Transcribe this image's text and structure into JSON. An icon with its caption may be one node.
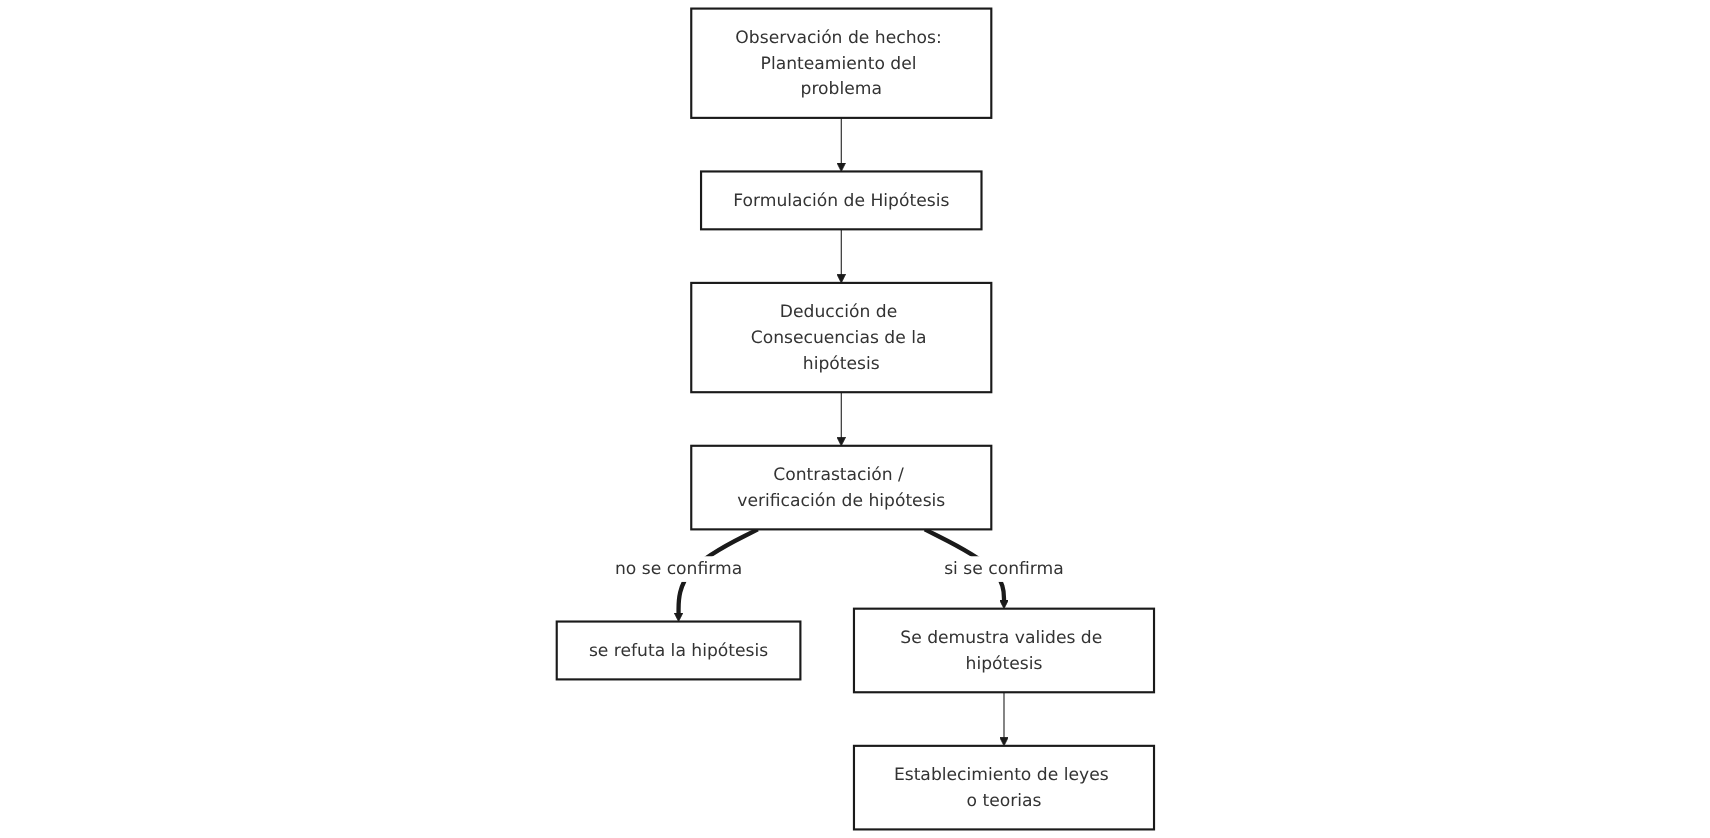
{
  "diagram": {
    "nodes": [
      {
        "text": [
          "Observación de hechos: Planteamiento del problema"
        ]
      },
      {
        "text": [
          "Formulación de Hipótesis"
        ]
      },
      {
        "text": [
          "Deducción de Consecuencias de la hipótesis"
        ]
      },
      {
        "text": [
          "Contrastación / verificación de hipótesis"
        ]
      },
      {
        "text": [
          "se refuta la hipótesis"
        ]
      },
      {
        "text": [
          "Se demustra valides de hipótesis"
        ]
      },
      {
        "text": [
          "Establecimiento de leyes o teorias"
        ]
      }
    ],
    "edges": [
      {
        "from": 0,
        "to": 1,
        "arrow": "to"
      },
      {
        "from": 1,
        "to": 2,
        "arrow": "to"
      },
      {
        "from": 2,
        "to": 3,
        "arrow": "to"
      },
      {
        "from": 3,
        "to": 4,
        "arrow": "to",
        "label": "no se confirma",
        "style": "thick"
      },
      {
        "from": 3,
        "to": 5,
        "arrow": "to",
        "label": "si se confirma",
        "style": "thick"
      },
      {
        "from": 5,
        "to": 6,
        "arrow": "to"
      }
    ]
  }
}
